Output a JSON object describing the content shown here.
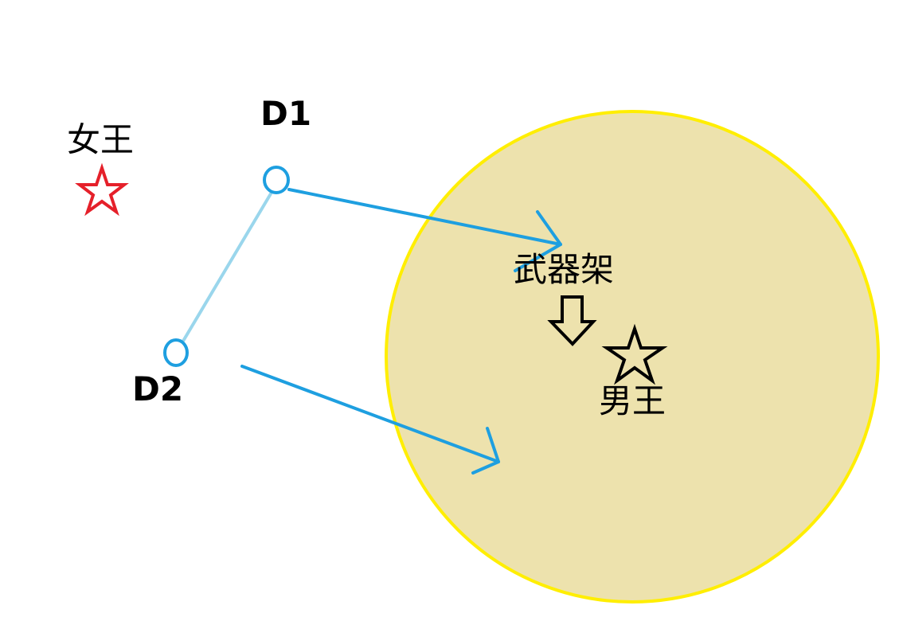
{
  "labels": {
    "queen": "女王",
    "king": "男王",
    "weapon_rack": "武器架",
    "d1": "D1",
    "d2": "D2"
  },
  "icons": {
    "queen_marker": "star-outline-icon",
    "king_marker": "star-outline-icon",
    "d1_marker": "circle-node-icon",
    "d2_marker": "circle-node-icon",
    "down_arrow": "outline-down-arrow-icon"
  },
  "colors": {
    "circle_fill": "#ede2ad",
    "circle_stroke": "#ffee00",
    "node_stroke": "#1e9fe0",
    "link_line": "#9ad6ec",
    "arrow": "#1e9fe0",
    "queen_star": "#e5202a",
    "king_star": "#000000",
    "text": "#000000"
  }
}
